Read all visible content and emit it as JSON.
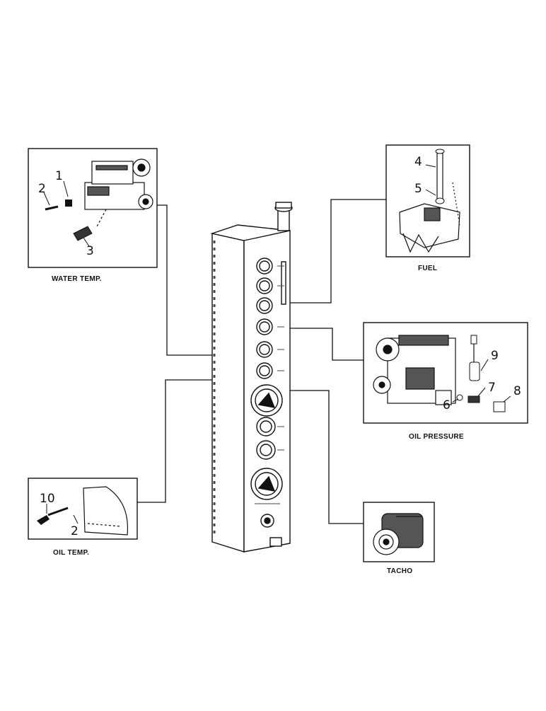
{
  "labels": {
    "water_temp": "WATER TEMP.",
    "fuel": "FUEL",
    "oil_pressure": "OIL PRESSURE",
    "oil_temp": "OIL TEMP.",
    "tacho": "TACHO"
  },
  "callouts": {
    "c1": "1",
    "c2": "2",
    "c3": "3",
    "c4": "4",
    "c5": "5",
    "c6": "6",
    "c7": "7",
    "c8": "8",
    "c9": "9",
    "c10": "10",
    "c2b": "2"
  },
  "colors": {
    "ink": "#111111",
    "paper": "#ffffff",
    "shade": "#555555"
  }
}
